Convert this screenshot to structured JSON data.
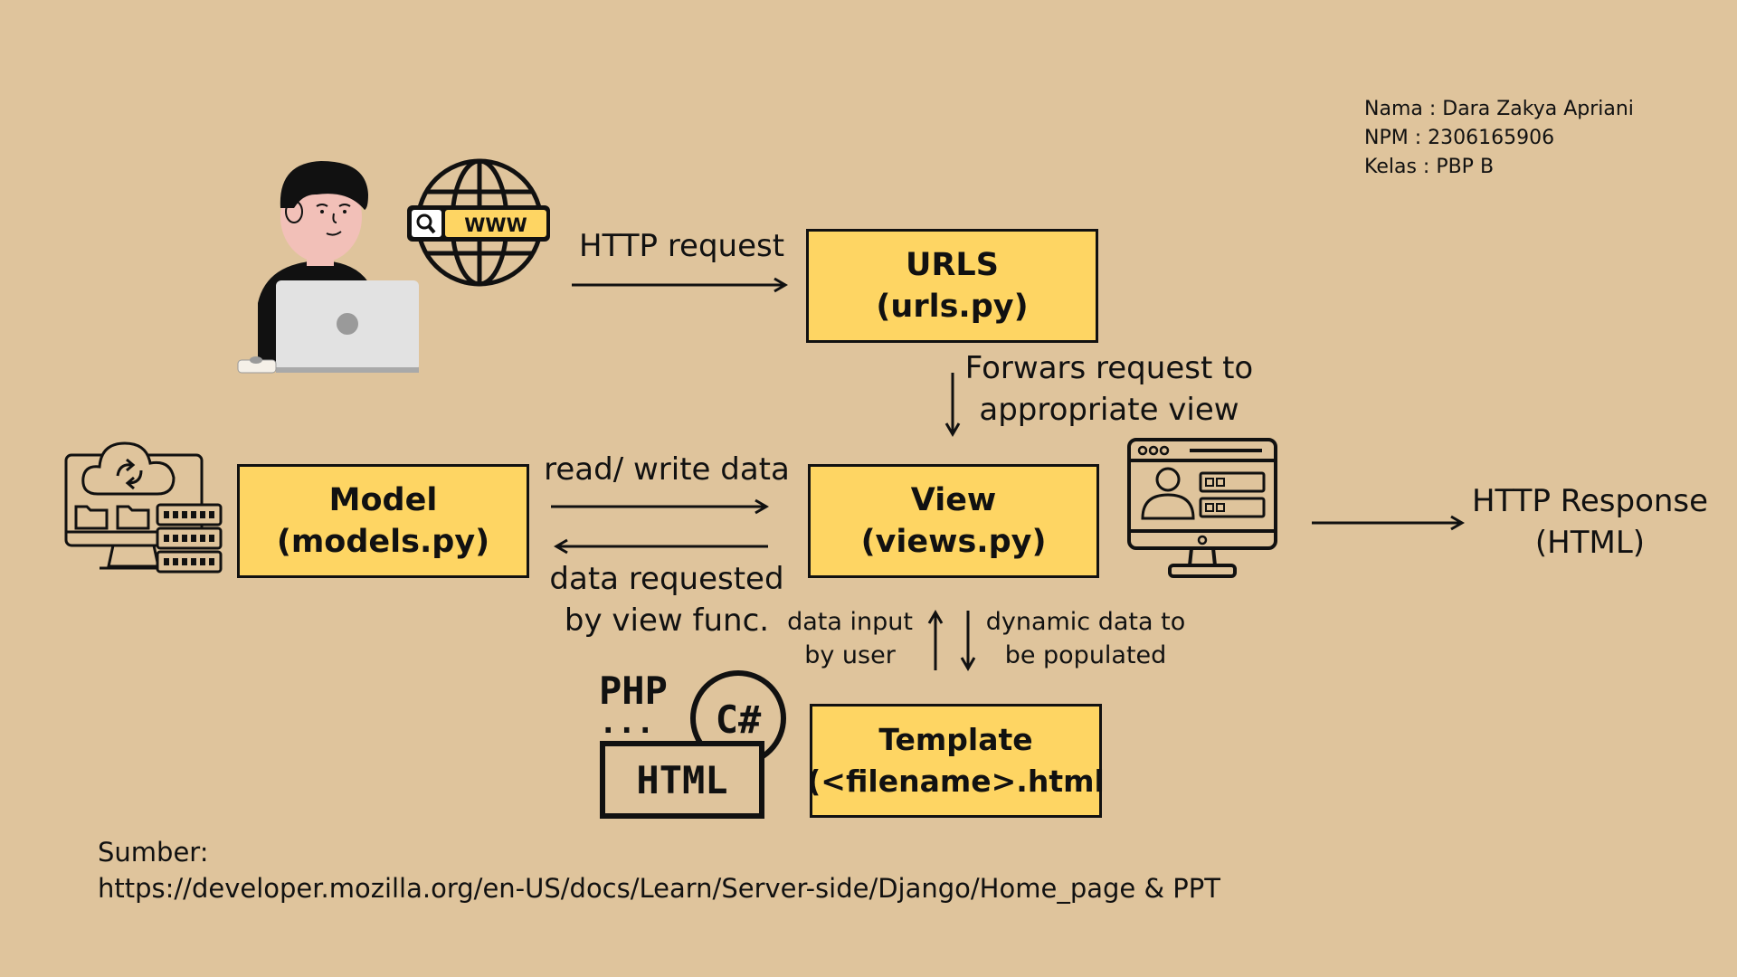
{
  "author_info": {
    "nama": "Nama : Dara Zakya Apriani",
    "npm": "NPM : 2306165906",
    "kelas": "Kelas : PBP B"
  },
  "boxes": {
    "urls": {
      "title": "URLS",
      "file": "(urls.py)"
    },
    "model": {
      "title": "Model",
      "file": "(models.py)"
    },
    "view": {
      "title": "View",
      "file": "(views.py)"
    },
    "template": {
      "title": "Template",
      "file": "(<filename>.html"
    }
  },
  "arrows": {
    "http_request": "HTTP request",
    "forwards_line1": "Forwars request to",
    "forwards_line2": "appropriate view",
    "read_write": "read/ write data",
    "data_requested_line1": "data requested",
    "data_requested_line2": "by view func.",
    "data_input_line1": "data input",
    "data_input_line2": "by user",
    "dynamic_line1": "dynamic data to",
    "dynamic_line2": "be populated",
    "http_response_line1": "HTTP Response",
    "http_response_line2": "(HTML)"
  },
  "illustrations": {
    "search_bar_text": "WWW",
    "php_text": "PHP",
    "csharp_text": "C#",
    "html_text": "HTML",
    "dots": "..."
  },
  "source": {
    "label": "Sumber:",
    "url": "https://developer.mozilla.org/en-US/docs/Learn/Server-side/Django/Home_page & PPT"
  },
  "colors": {
    "background": "#dfc49c",
    "box_fill": "#fed563",
    "stroke": "#111111"
  }
}
